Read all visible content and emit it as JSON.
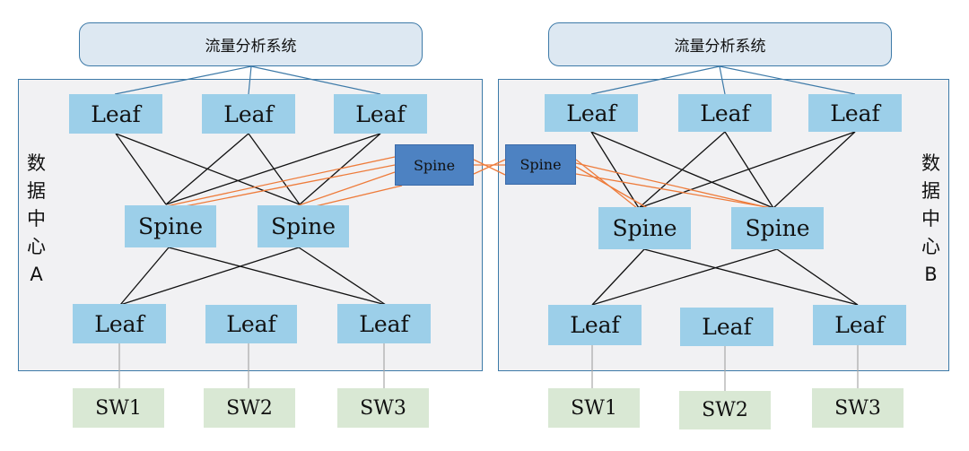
{
  "left": {
    "system_label": "流量分析系统",
    "dc_label_chars": [
      "数",
      "据",
      "中",
      "心",
      "A"
    ],
    "leaf_top": [
      "Leaf",
      "Leaf",
      "Leaf"
    ],
    "spine": [
      "Spine",
      "Spine"
    ],
    "spine_external": "Spine",
    "leaf_bottom": [
      "Leaf",
      "Leaf",
      "Leaf"
    ],
    "switches": [
      "SW1",
      "SW2",
      "SW3"
    ]
  },
  "right": {
    "system_label": "流量分析系统",
    "dc_label_chars": [
      "数",
      "据",
      "中",
      "心",
      "B"
    ],
    "leaf_top": [
      "Leaf",
      "Leaf",
      "Leaf"
    ],
    "spine": [
      "Spine",
      "Spine"
    ],
    "spine_external": "Spine",
    "leaf_bottom": [
      "Leaf",
      "Leaf",
      "Leaf"
    ],
    "switches": [
      "SW1",
      "SW2",
      "SW3"
    ]
  },
  "colors": {
    "dc_background": "#f1f1f3",
    "border": "#3d7aa8",
    "system_box": "#dde8f2",
    "node": "#9ccfe9",
    "external_spine": "#4d82c2",
    "switch": "#d9e8d4",
    "fabric_link": "#111111",
    "interconnect_link": "#ee7b3a",
    "system_link": "#3d7aa8",
    "switch_link": "#a8a8a8"
  }
}
